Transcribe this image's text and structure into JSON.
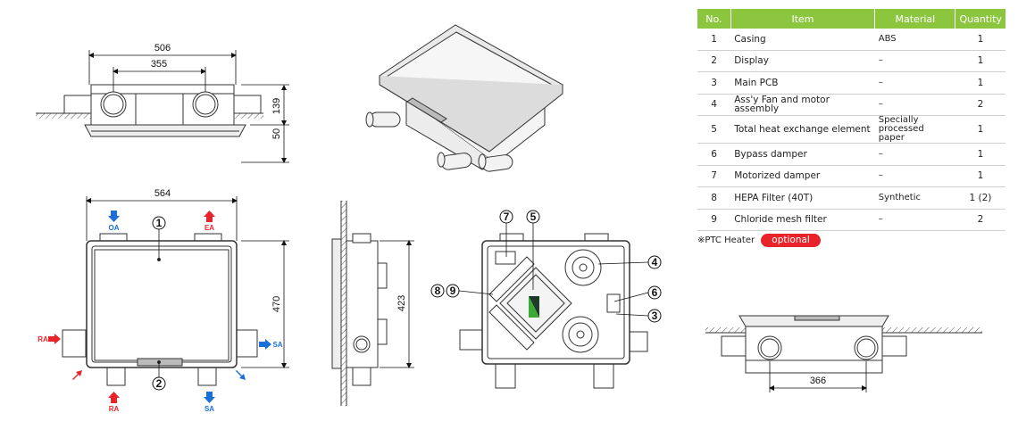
{
  "table": {
    "headers": {
      "no": "No.",
      "item": "Item",
      "material": "Material",
      "quantity": "Quantity"
    },
    "rows": [
      {
        "no": "1",
        "item": "Casing",
        "material": "ABS",
        "quantity": "1"
      },
      {
        "no": "2",
        "item": "Display",
        "material": "–",
        "quantity": "1"
      },
      {
        "no": "3",
        "item": "Main PCB",
        "material": "–",
        "quantity": "1"
      },
      {
        "no": "4",
        "item": "Ass'y Fan and motor assembly",
        "material": "–",
        "quantity": "2"
      },
      {
        "no": "5",
        "item": "Total heat exchange element",
        "material": "Specially processed paper",
        "quantity": "1"
      },
      {
        "no": "6",
        "item": "Bypass damper",
        "material": "–",
        "quantity": "1"
      },
      {
        "no": "7",
        "item": "Motorized damper",
        "material": "–",
        "quantity": "1"
      },
      {
        "no": "8",
        "item": "HEPA Filter (40T)",
        "material": "Synthetic",
        "quantity": "1 (2)"
      },
      {
        "no": "9",
        "item": "Chloride mesh filter",
        "material": "–",
        "quantity": "2"
      }
    ]
  },
  "note": {
    "text": "※PTC Heater",
    "badge": "optional"
  },
  "dimensions": {
    "front_width": "506",
    "front_port_spacing": "355",
    "front_height": "139",
    "front_bottom": "50",
    "top_width": "564",
    "top_depth": "470",
    "side_height": "423",
    "rear_port_spacing": "366"
  },
  "ports": {
    "oa": "OA",
    "ea": "EA",
    "ra": "RA",
    "sa": "SA"
  },
  "callouts": {
    "c1": "1",
    "c2": "2",
    "c3": "3",
    "c4": "4",
    "c5": "5",
    "c6": "6",
    "c7": "7",
    "c8": "8",
    "c9": "9"
  },
  "colors": {
    "header_green": "#8cc63f",
    "supply_blue": "#1b6fd8",
    "exhaust_red": "#e8242a",
    "logo_green": "#3aaa35",
    "logo_dark": "#1f3b2b"
  }
}
